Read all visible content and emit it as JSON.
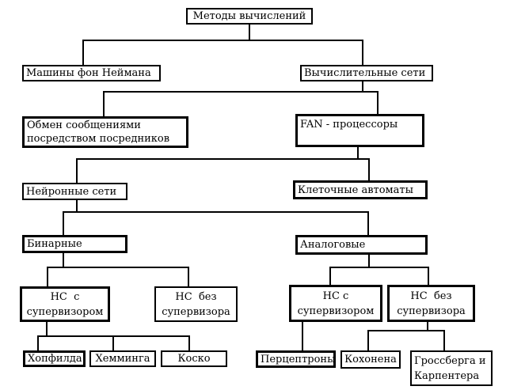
{
  "diagram": {
    "type": "tree",
    "title": "Методы вычислений",
    "colors": {
      "background": "#ffffff",
      "box_fill": "#ffffff",
      "line": "#000000",
      "text": "#000000"
    },
    "nodes": {
      "root": {
        "label": "Методы вычислений"
      },
      "von_neumann": {
        "label": "Машины фон Неймана"
      },
      "comp_networks": {
        "label": "Вычислительные сети"
      },
      "msg_exchange": {
        "line1": "Обмен сообщениями",
        "line2": "посредством посредников"
      },
      "fan": {
        "label": "FAN - процессоры"
      },
      "neural": {
        "label": "Нейронные сети"
      },
      "cellular": {
        "label": "Клеточные автоматы"
      },
      "binary": {
        "label": "Бинарные"
      },
      "analog": {
        "label": "Аналоговые"
      },
      "nn_sup_left": {
        "line1": "НС  с",
        "line2": "супервизором"
      },
      "nn_unsup_left": {
        "line1": "НС  без",
        "line2": "супервизора"
      },
      "nn_sup_right": {
        "line1": "НС с",
        "line2": "супервизором"
      },
      "nn_unsup_right": {
        "line1": "НС  без",
        "line2": "супервизора"
      },
      "hopfield": {
        "label": "Хопфилда"
      },
      "hamming": {
        "label": "Хемминга"
      },
      "kosko": {
        "label": "Коско"
      },
      "perceptrons": {
        "label": "Перцептроны"
      },
      "kohonen": {
        "label": "Кохонена"
      },
      "grossberg": {
        "line1": "Гроссберга и",
        "line2": "Карпентера"
      }
    },
    "edges": [
      {
        "from": "root",
        "to": "von_neumann"
      },
      {
        "from": "root",
        "to": "comp_networks"
      },
      {
        "from": "comp_networks",
        "to": "msg_exchange"
      },
      {
        "from": "comp_networks",
        "to": "fan"
      },
      {
        "from": "fan",
        "to": "neural"
      },
      {
        "from": "fan",
        "to": "cellular"
      },
      {
        "from": "neural",
        "to": "binary"
      },
      {
        "from": "neural",
        "to": "analog"
      },
      {
        "from": "binary",
        "to": "nn_sup_left"
      },
      {
        "from": "binary",
        "to": "nn_unsup_left"
      },
      {
        "from": "analog",
        "to": "nn_sup_right"
      },
      {
        "from": "analog",
        "to": "nn_unsup_right"
      },
      {
        "from": "nn_sup_left",
        "to": "hopfield"
      },
      {
        "from": "nn_sup_left",
        "to": "hamming"
      },
      {
        "from": "nn_sup_left",
        "to": "kosko"
      },
      {
        "from": "nn_sup_right",
        "to": "perceptrons"
      },
      {
        "from": "nn_unsup_right",
        "to": "kohonen"
      },
      {
        "from": "nn_unsup_right",
        "to": "grossberg"
      }
    ]
  }
}
